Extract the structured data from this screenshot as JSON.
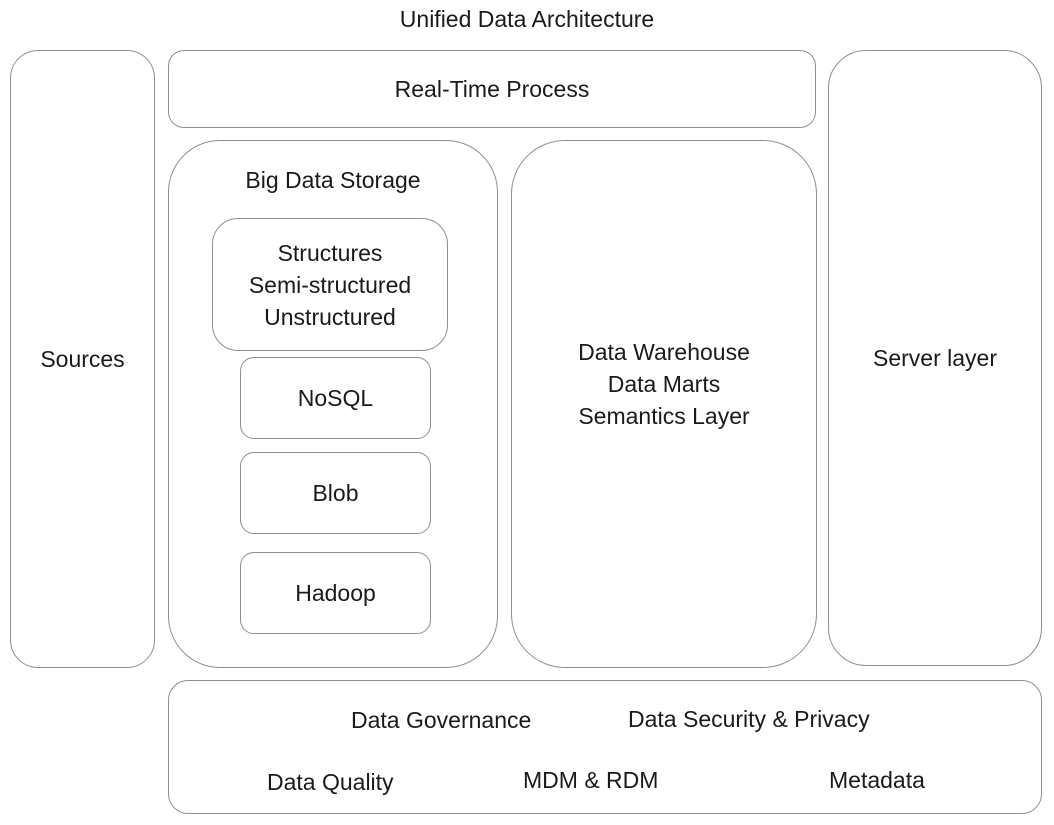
{
  "title": "Unified Data Architecture",
  "sources": "Sources",
  "real_time": "Real-Time Process",
  "server_layer": "Server layer",
  "big_data_storage": {
    "title": "Big Data Storage",
    "data_types": [
      "Structures",
      "Semi-structured",
      "Unstructured"
    ],
    "stores": [
      "NoSQL",
      "Blob",
      "Hadoop"
    ]
  },
  "warehouse": [
    "Data Warehouse",
    "Data Marts",
    "Semantics Layer"
  ],
  "governance": {
    "data_governance": "Data Governance",
    "security_privacy": "Data Security & Privacy",
    "data_quality": "Data Quality",
    "mdm_rdm": "MDM & RDM",
    "metadata": "Metadata"
  }
}
